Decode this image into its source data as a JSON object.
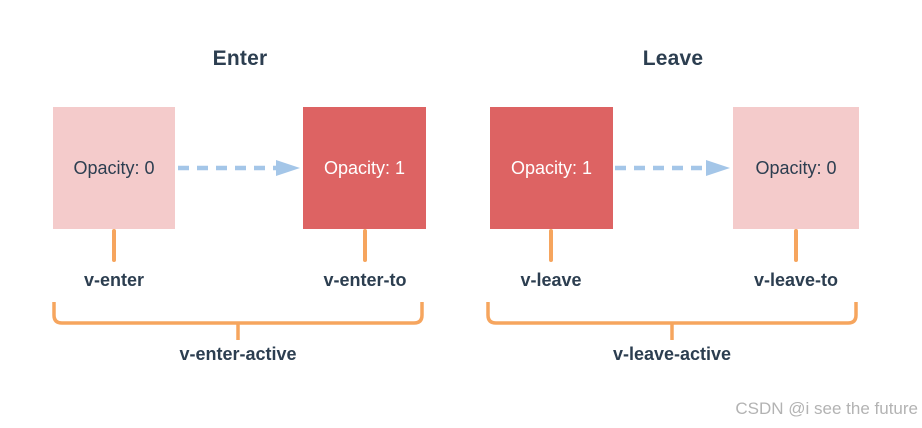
{
  "watermark": "CSDN @i see the future",
  "colors": {
    "pink": "#f4cbcb",
    "red": "#dd6363",
    "arrow-blue": "#a4c6e8",
    "orange": "#f6a55e",
    "navy": "#2c3e50",
    "watermark-gray": "#b3b3b3"
  },
  "panels": [
    {
      "title": "Enter",
      "from_box": {
        "label": "Opacity: 0"
      },
      "to_box": {
        "label": "Opacity: 1"
      },
      "from_class": "v-enter",
      "to_class": "v-enter-to",
      "active_class": "v-enter-active"
    },
    {
      "title": "Leave",
      "from_box": {
        "label": "Opacity: 1"
      },
      "to_box": {
        "label": "Opacity: 0"
      },
      "from_class": "v-leave",
      "to_class": "v-leave-to",
      "active_class": "v-leave-active"
    }
  ]
}
